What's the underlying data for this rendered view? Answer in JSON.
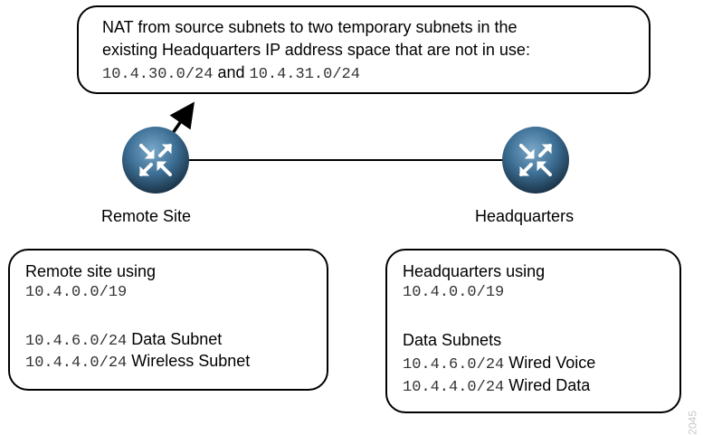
{
  "nat_note": {
    "line1": "NAT from source subnets to two temporary subnets in the",
    "line2": "existing Headquarters IP address space that are not in use:",
    "subnet_a": "10.4.30.0/24",
    "joiner": "and",
    "subnet_b": "10.4.31.0/24"
  },
  "remote_site": {
    "label": "Remote Site",
    "box": {
      "heading": "Remote site using",
      "range": "10.4.0.0/19",
      "rows": [
        {
          "subnet": "10.4.6.0/24",
          "desc": "Data Subnet"
        },
        {
          "subnet": "10.4.4.0/24",
          "desc": "Wireless Subnet"
        }
      ]
    }
  },
  "headquarters": {
    "label": "Headquarters",
    "box": {
      "heading": "Headquarters using",
      "range": "10.4.0.0/19",
      "subheading": "Data Subnets",
      "rows": [
        {
          "subnet": "10.4.6.0/24",
          "desc": "Wired Voice"
        },
        {
          "subnet": "10.4.4.0/24",
          "desc": "Wired Data"
        }
      ]
    }
  },
  "figure_id": "2045",
  "colors": {
    "router_dark": "#1f3a52",
    "router_mid": "#3d6f95",
    "router_light": "#6f9fc2"
  }
}
